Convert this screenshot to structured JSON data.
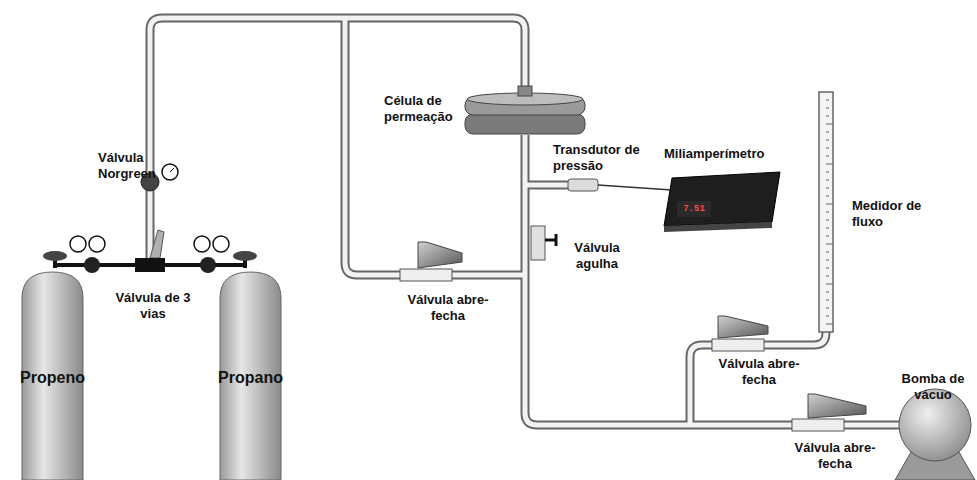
{
  "diagram": {
    "nodes": [
      {
        "text": [
          "Propeno"
        ]
      },
      {
        "text": [
          "Propano"
        ]
      },
      {
        "text": [
          "7.51"
        ]
      }
    ],
    "labels": [
      "Válvula Norgreen",
      "Válvula de 3 vias",
      "Célula de permeação",
      "Transdutor de pressão",
      "Miliamperímetro",
      "Medidor de fluxo",
      "Válvula agulha",
      "Válvula abre-fecha",
      "Válvula abre-fecha",
      "Bomba de vácuo",
      "Válvula abre-fecha"
    ]
  }
}
